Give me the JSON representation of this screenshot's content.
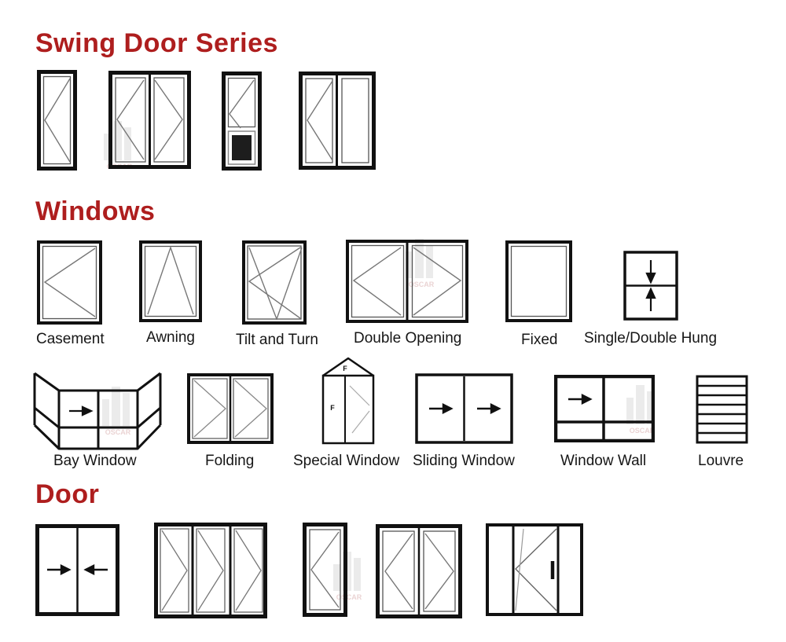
{
  "page": {
    "accent_color": "#ae1e1e",
    "background_color": "#ffffff"
  },
  "sections": {
    "swing_doors": {
      "title": "Swing Door Series"
    },
    "windows": {
      "title": "Windows",
      "row1_labels": [
        "Casement",
        "Awning",
        "Tilt and Turn",
        "Double Opening",
        "Fixed",
        "Single/Double Hung"
      ],
      "row2_labels": [
        "Bay Window",
        "Folding",
        "Special Window",
        "Sliding Window",
        "Window Wall",
        "Louvre"
      ],
      "special_window_marks": [
        "F",
        "F"
      ]
    },
    "doors": {
      "title": "Door"
    }
  },
  "watermark": {
    "text": "OSCAR"
  }
}
